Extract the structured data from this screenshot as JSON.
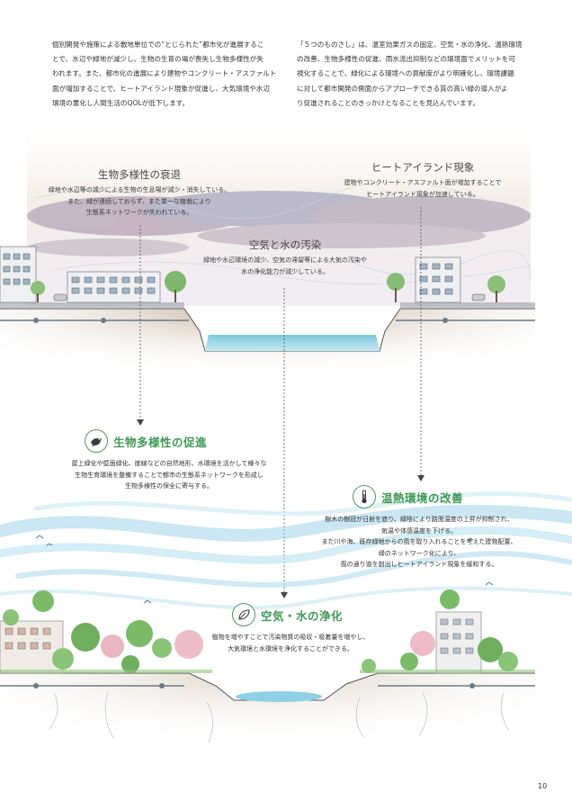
{
  "intro": {
    "left": [
      "個別開発や施策による敷地単位での“とじられた”都市化が進展するこ",
      "とで、水辺や緑地が減少し、生物の生育の場が喪失し生物多様性が失",
      "われます。また、都市化の進展により建物やコンクリート・アスファルト",
      "面が増加することで、ヒートアイランド現象が促進し、大気環境や水辺",
      "環境の悪化し人間生活のQOLが低下します。"
    ],
    "right": [
      "「５つのものさし」は、温室効果ガスの固定、空気・水の浄化、温熱環境",
      "の改善、生物多様性の促進、雨水流出抑制などの環境面でメリットを可",
      "視化することで、緑化による環境への貢献度がより明確化し、環境課題",
      "に対して都市開発の側面からアプローチできる質の高い緑の導入がよ",
      "り促進されることのきっかけとなることを見込んでいます。"
    ]
  },
  "problems": {
    "biodiversity_loss": {
      "title": "生物多様性の衰退",
      "desc": [
        "緑地や水辺等の減少による生物の生息場が減少・消失している。",
        "また、緑が連続しておらず、また単一な植栽により",
        "生態系ネットワークが失われている。"
      ]
    },
    "heat_island": {
      "title": "ヒートアイランド現象",
      "desc": [
        "建物やコンクリート・アスファルト面が増加することで",
        "ヒートアイランド現象が加速している。"
      ]
    },
    "pollution": {
      "title": "空気と水の汚染",
      "desc": [
        "緑地や水辺環境の減少、空気の滞留等による大気の汚染や",
        "水の浄化能力が減少している。"
      ]
    }
  },
  "solutions": {
    "biodiversity": {
      "title": "生物多様性の促進",
      "icon": "bird-icon",
      "desc": [
        "屋上緑化や壁面緑化、崖線などの自然地形、水環境を活かして様々な",
        "生物生育環境を整備することで都市の生態系ネットワークを形成し",
        "生物多様性の保全に寄与する。"
      ]
    },
    "thermal": {
      "title": "温熱環境の改善",
      "icon": "thermometer-icon",
      "desc": [
        "樹木の樹冠が日射を遮り、緑陰により路面温度の上昇が抑制され、",
        "気温や体感温度を下げる。",
        "また川や海、既存緑地からの風を取り入れることを考えた建物配置、",
        "緑のネットワーク化により、",
        "風の通り道を創出しヒートアイランド現象を緩和する。"
      ]
    },
    "air_water": {
      "title": "空気・水の浄化",
      "icon": "leaf-icon",
      "desc": [
        "植物を増やすことで汚染物質の吸収・吸着量を増やし、",
        "大気環境と水環境を浄化することができる。"
      ]
    }
  },
  "colors": {
    "green": "#3f9a54",
    "water": "#8fd0e6",
    "soil": "#c9b39c",
    "sky": "#aab2c6"
  },
  "page_number": "10"
}
